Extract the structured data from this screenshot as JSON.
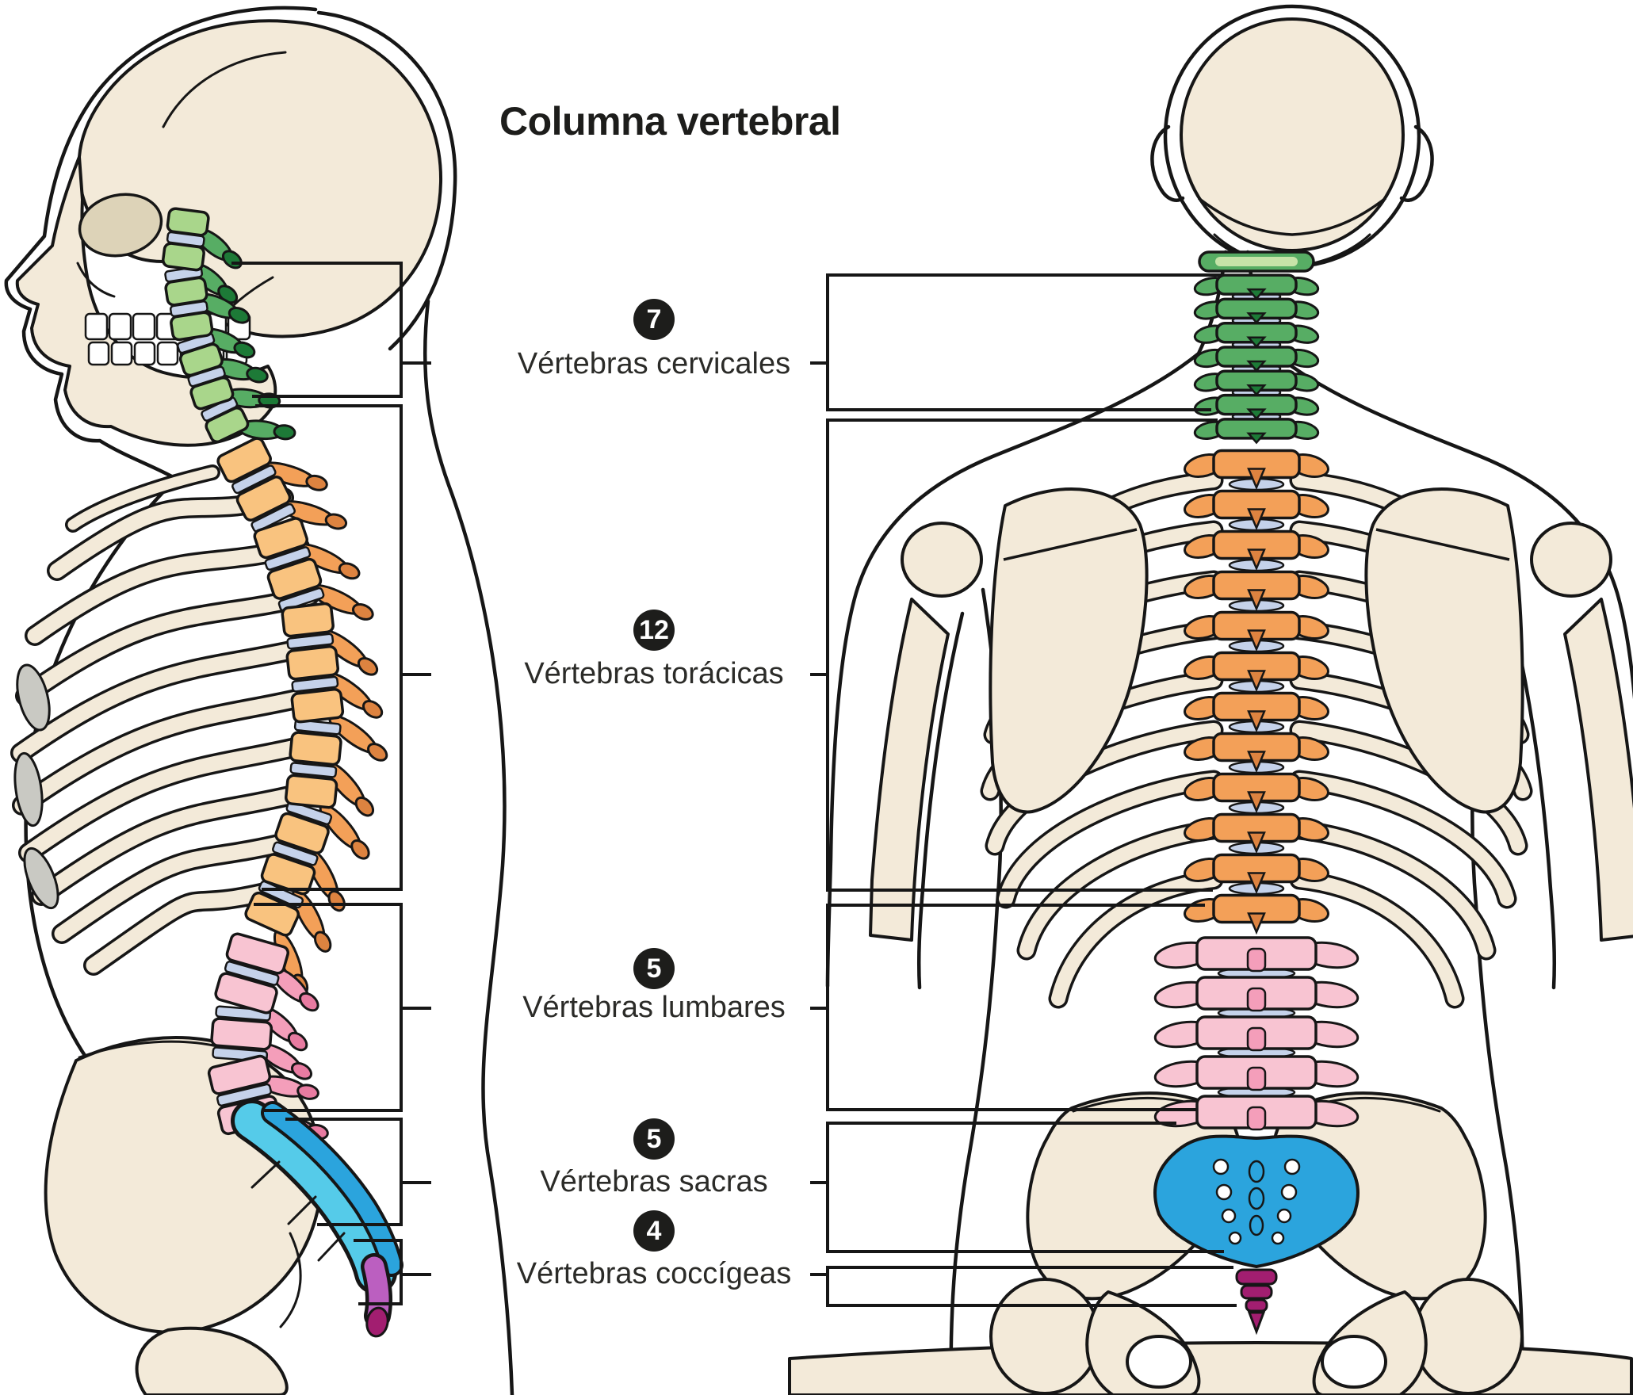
{
  "title": "Columna vertebral",
  "labels": [
    {
      "count": "7",
      "name": "Vértebras cervicales"
    },
    {
      "count": "12",
      "name": "Vértebras torácicas"
    },
    {
      "count": "5",
      "name": "Vértebras lumbares"
    },
    {
      "count": "5",
      "name": "Vértebras sacras"
    },
    {
      "count": "4",
      "name": "Vértebras coccígeas"
    }
  ],
  "regions": [
    {
      "name": "cervical",
      "vertebra_count": 7
    },
    {
      "name": "toracica",
      "vertebra_count": 12
    },
    {
      "name": "lumbar",
      "vertebra_count": 5
    },
    {
      "name": "sacra",
      "vertebra_count": 5
    },
    {
      "name": "coccigea",
      "vertebra_count": 4
    }
  ],
  "colors": {
    "background": "#ffffff",
    "outline": "#161616",
    "label-text": "#2b2b28",
    "badge-bg": "#1d1d1b",
    "badge-text": "#ffffff",
    "bone": "#f3ead9",
    "bone-shadow": "#ddd3b8",
    "cartilage": "#c9c9c3",
    "disc": "#c5d2ea",
    "cervical-light": "#a9d68b",
    "cervical-pale": "#c6e3a8",
    "cervical-mid": "#57ad64",
    "cervical-dark": "#1d7a37",
    "thoracic-light": "#f9c37f",
    "thoracic-mid": "#f3a058",
    "thoracic-dark": "#dd8340",
    "lumbar-light": "#f8c4d2",
    "lumbar-mid": "#f49eba",
    "lumbar-dark": "#e87ba1",
    "sacral-light": "#55cbe9",
    "sacral-mid": "#2ba4dd",
    "sacral-dark": "#1b86c2",
    "coccyx-mid": "#a21e70",
    "coccyx-light": "#bb5fc0"
  }
}
